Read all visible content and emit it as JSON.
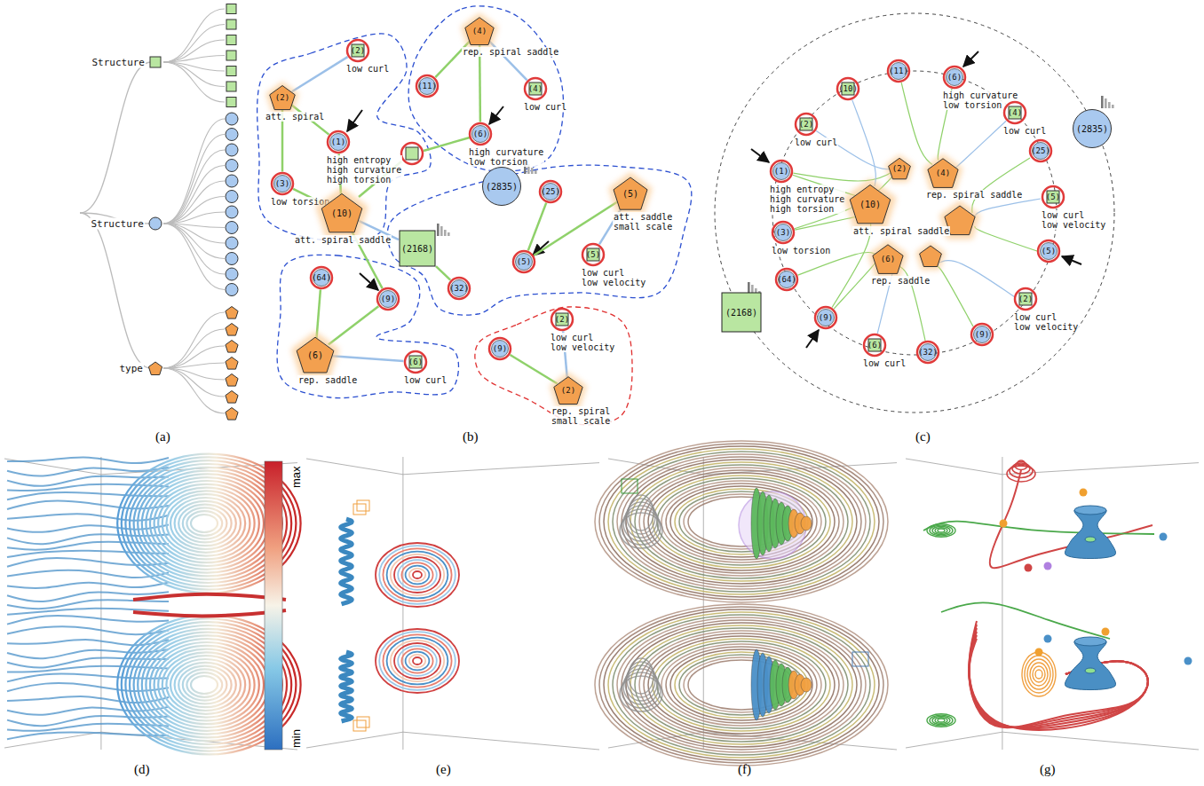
{
  "diagram": {
    "nodes": [
      {
        "text": [
          "Structure"
        ]
      },
      {
        "text": [
          "Structure"
        ]
      },
      {
        "text": [
          "type"
        ]
      },
      {
        "text": [
          "(4)",
          "rep. spiral saddle"
        ]
      },
      {
        "text": [
          "(2)",
          "low curl"
        ]
      },
      {
        "text": [
          "(11)"
        ]
      },
      {
        "text": [
          "(4)",
          "low curl"
        ]
      },
      {
        "text": [
          "(2)",
          "att. spiral"
        ]
      },
      {
        "text": [
          "(6)",
          "high curvature low torsion"
        ]
      },
      {
        "text": [
          "(1)",
          "high entropy high curvature high torsion"
        ]
      },
      {
        "text": [
          "(2835)"
        ]
      },
      {
        "text": [
          "(3)",
          "low torsion"
        ]
      },
      {
        "text": [
          "(25)"
        ]
      },
      {
        "text": [
          "(5)",
          "att. saddle small scale"
        ]
      },
      {
        "text": [
          "(10)",
          "att. spiral saddle"
        ]
      },
      {
        "text": [
          "(2168)"
        ]
      },
      {
        "text": [
          "(5)",
          "low curl low velocity"
        ]
      },
      {
        "text": [
          "(5)"
        ]
      },
      {
        "text": [
          "(64)"
        ]
      },
      {
        "text": [
          "(32)"
        ]
      },
      {
        "text": [
          "(9)"
        ]
      },
      {
        "text": [
          "(2)",
          "low curl low velocity"
        ]
      },
      {
        "text": [
          "(9)"
        ]
      },
      {
        "text": [
          "(6)",
          "rep. saddle"
        ]
      },
      {
        "text": [
          "(6)",
          "low curl"
        ]
      },
      {
        "text": [
          "(2)",
          "rep. spiral small scale"
        ]
      },
      {
        "text": [
          "(11)"
        ]
      },
      {
        "text": [
          "(6)",
          "high curvature low torsion"
        ]
      },
      {
        "text": [
          "(10)"
        ]
      },
      {
        "text": [
          "(4)",
          "low curl"
        ]
      },
      {
        "text": [
          "(2835)"
        ]
      },
      {
        "text": [
          "(2)",
          "low curl"
        ]
      },
      {
        "text": [
          "(25)"
        ]
      },
      {
        "text": [
          "(2)"
        ]
      },
      {
        "text": [
          "(4)",
          "rep. spiral saddle"
        ]
      },
      {
        "text": [
          "(1)",
          "high entropy high curvature high torsion"
        ]
      },
      {
        "text": [
          "(5)",
          "low curl low velocity"
        ]
      },
      {
        "text": [
          "(10)",
          "att. spiral saddle"
        ]
      },
      {
        "text": [
          "(3)",
          "low torsion"
        ]
      },
      {
        "text": [
          "(6)",
          "rep. saddle"
        ]
      },
      {
        "text": [
          "(5)"
        ]
      },
      {
        "text": [
          "(64)"
        ]
      },
      {
        "text": [
          "(2)",
          "low curl low velocity"
        ]
      },
      {
        "text": [
          "(2168)"
        ]
      },
      {
        "text": [
          "(9)"
        ]
      },
      {
        "text": [
          "(9)"
        ]
      },
      {
        "text": [
          "(6)",
          "low curl"
        ]
      },
      {
        "text": [
          "(32)"
        ]
      }
    ],
    "edges": [
      {
        "from": 3,
        "to": 5,
        "arrow": "none"
      },
      {
        "from": 3,
        "to": 8,
        "arrow": "none"
      },
      {
        "from": 3,
        "to": 6,
        "arrow": "none"
      },
      {
        "from": 4,
        "to": 7,
        "arrow": "none"
      },
      {
        "from": 7,
        "to": 9,
        "arrow": "none"
      },
      {
        "from": 7,
        "to": 11,
        "arrow": "none"
      },
      {
        "from": 11,
        "to": 14,
        "arrow": "none"
      },
      {
        "from": 9,
        "to": 14,
        "arrow": "none"
      },
      {
        "from": 14,
        "to": 15,
        "arrow": "none"
      },
      {
        "from": 14,
        "to": 20,
        "arrow": "none"
      },
      {
        "from": 15,
        "to": 19,
        "arrow": "none"
      },
      {
        "from": 12,
        "to": 17,
        "arrow": "none"
      },
      {
        "from": 13,
        "to": 17,
        "arrow": "none"
      },
      {
        "from": 13,
        "to": 16,
        "arrow": "none"
      },
      {
        "from": 18,
        "to": 23,
        "arrow": "none"
      },
      {
        "from": 20,
        "to": 23,
        "arrow": "none"
      },
      {
        "from": 23,
        "to": 24,
        "arrow": "none"
      },
      {
        "from": 22,
        "to": 25,
        "arrow": "none"
      },
      {
        "from": 21,
        "to": 25,
        "arrow": "none"
      },
      {
        "from": 37,
        "to": 35,
        "arrow": "none"
      },
      {
        "from": 37,
        "to": 38,
        "arrow": "none"
      },
      {
        "from": 39,
        "to": 41,
        "arrow": "none"
      },
      {
        "from": 39,
        "to": 44,
        "arrow": "none"
      },
      {
        "from": 39,
        "to": 46,
        "arrow": "none"
      },
      {
        "from": 33,
        "to": 31,
        "arrow": "none"
      },
      {
        "from": 33,
        "to": 35,
        "arrow": "none"
      },
      {
        "from": 34,
        "to": 26,
        "arrow": "none"
      },
      {
        "from": 34,
        "to": 27,
        "arrow": "none"
      },
      {
        "from": 34,
        "to": 29,
        "arrow": "none"
      },
      {
        "from": 37,
        "to": 44,
        "arrow": "none"
      },
      {
        "from": 33,
        "to": 38,
        "arrow": "none"
      },
      {
        "from": 37,
        "to": 28,
        "arrow": "none"
      },
      {
        "from": 39,
        "to": 47,
        "arrow": "none"
      }
    ],
    "labels": [
      "(a)",
      "(b)",
      "(c)",
      "(d)",
      "(e)",
      "(f)",
      "(g)",
      "max",
      "min"
    ]
  }
}
